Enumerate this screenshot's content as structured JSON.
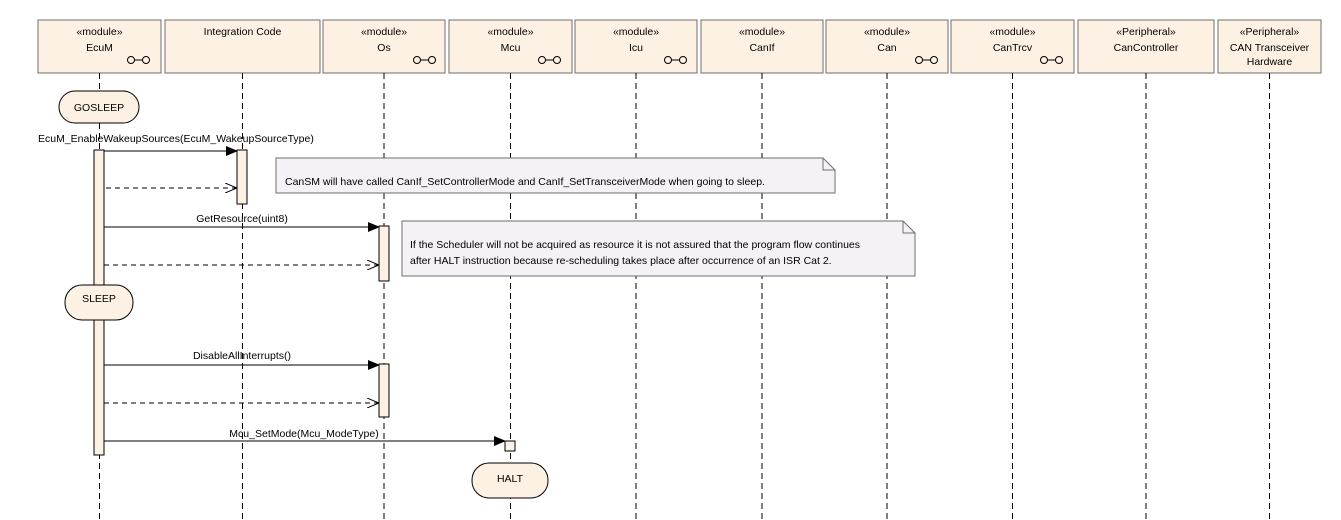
{
  "lifelines": [
    {
      "stereotype": "«module»",
      "name": "EcuM",
      "line2": "",
      "component_icon": true
    },
    {
      "stereotype": "",
      "name": "Integration Code",
      "line2": "",
      "component_icon": false
    },
    {
      "stereotype": "«module»",
      "name": "Os",
      "line2": "",
      "component_icon": true
    },
    {
      "stereotype": "«module»",
      "name": "Mcu",
      "line2": "",
      "component_icon": true
    },
    {
      "stereotype": "«module»",
      "name": "Icu",
      "line2": "",
      "component_icon": true
    },
    {
      "stereotype": "«module»",
      "name": "CanIf",
      "line2": "",
      "component_icon": false
    },
    {
      "stereotype": "«module»",
      "name": "Can",
      "line2": "",
      "component_icon": true
    },
    {
      "stereotype": "«module»",
      "name": "CanTrcv",
      "line2": "",
      "component_icon": true
    },
    {
      "stereotype": "«Peripheral»",
      "name": "CanController",
      "line2": "",
      "component_icon": false
    },
    {
      "stereotype": "«Peripheral»",
      "name": "CAN Transceiver",
      "line2": "Hardware",
      "component_icon": false
    }
  ],
  "states": {
    "gosleep": "GOSLEEP",
    "sleep": "SLEEP",
    "halt": "HALT"
  },
  "messages": [
    {
      "label": "EcuM_EnableWakeupSources(EcuM_WakeupSourceType)",
      "from": "EcuM",
      "to": "Integration Code"
    },
    {
      "label": "GetResource(uint8)",
      "from": "EcuM",
      "to": "Os"
    },
    {
      "label": "DisableAllInterrupts()",
      "from": "EcuM",
      "to": "Os"
    },
    {
      "label": "Mcu_SetMode(Mcu_ModeType)",
      "from": "EcuM",
      "to": "Mcu"
    }
  ],
  "notes": [
    {
      "lines": [
        "CanSM will have called CanIf_SetControllerMode and CanIf_SetTransceiverMode when going to sleep."
      ]
    },
    {
      "lines": [
        "If the Scheduler will not be acquired as resource it is not assured that the program flow continues",
        "after HALT instruction because re-scheduling takes place after occurrence of an ISR Cat 2."
      ]
    }
  ]
}
